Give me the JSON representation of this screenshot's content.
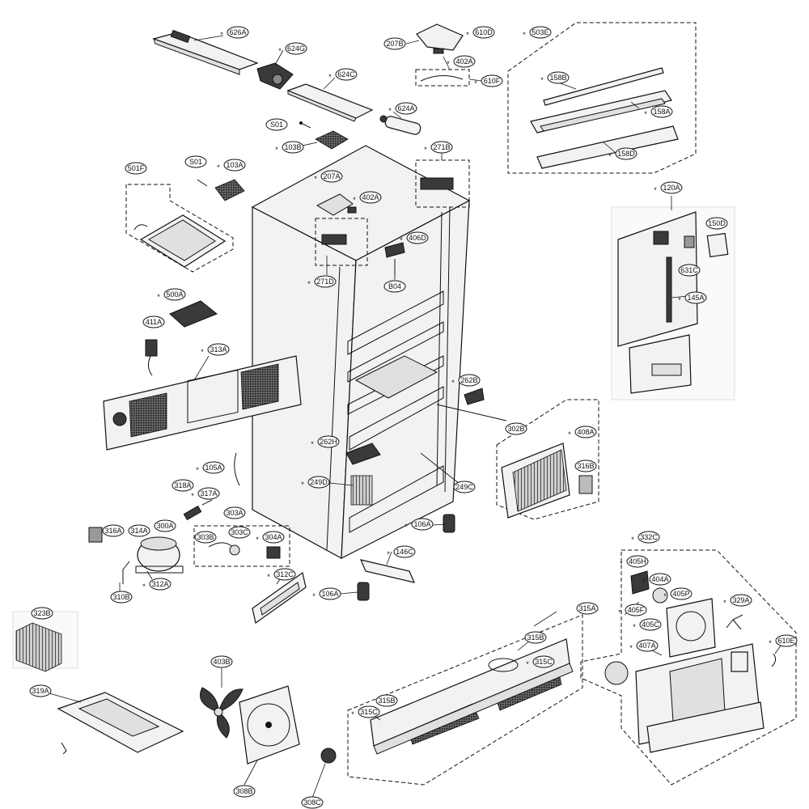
{
  "labels": {
    "626A": "626A",
    "624G": "624G",
    "624C": "624C",
    "624A": "624A",
    "207B": "207B",
    "610D": "610D",
    "402A_top": "402A",
    "610F": "610F",
    "503E": "503E",
    "158B": "158B",
    "158A": "158A",
    "158D": "158D",
    "S01_a": "S01",
    "103B": "103B",
    "271B": "271B",
    "501F": "501F",
    "S01_b": "S01",
    "103A": "103A",
    "207A": "207A",
    "402A": "402A",
    "406D": "406D",
    "B04": "B04",
    "271D": "271D",
    "120A": "120A",
    "150D": "150D",
    "631C": "631C",
    "145A": "145A",
    "500A": "500A",
    "411A": "411A",
    "313A": "313A",
    "262B": "262B",
    "302B": "302B",
    "408A": "408A",
    "316B": "316B",
    "262H": "262H",
    "105A": "105A",
    "249D": "249D",
    "249C": "249C",
    "106A_a": "106A",
    "318A": "318A",
    "317A": "317A",
    "303A": "303A",
    "303B": "303B",
    "303C": "303C",
    "304A": "304A",
    "316A": "316A",
    "314A": "314A",
    "300A": "300A",
    "312A": "312A",
    "310B": "310B",
    "146C": "146C",
    "312C": "312C",
    "106A_b": "106A",
    "332C": "332C",
    "405H": "405H",
    "404A": "404A",
    "405P": "405P",
    "329A": "329A",
    "405F": "405F",
    "405C": "405C",
    "407A": "407A",
    "610E": "610E",
    "315A": "315A",
    "315B_a": "315B",
    "315C_a": "315C",
    "315C_b": "315C",
    "315B_b": "315B",
    "323B": "323B",
    "319A": "319A",
    "403B": "403B",
    "308B": "308B",
    "308C": "308C"
  }
}
